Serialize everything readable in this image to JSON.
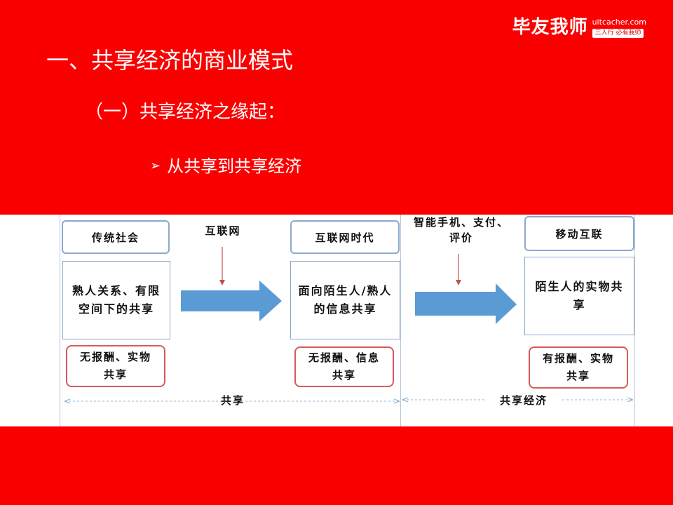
{
  "logo": {
    "name": "毕友我师",
    "url": "uitcacher.com",
    "slogan": "三人行 必有我师"
  },
  "title": "一、共享经济的商业模式",
  "subtitle": "（一）共享经济之缘起：",
  "bullet": {
    "marker": "➢",
    "text": "从共享到共享经济"
  },
  "diagram": {
    "stages": [
      {
        "label": "传统社会",
        "content": "熟人关系、有限空间下的共享",
        "reward": "无报酬、实物共享"
      },
      {
        "label": "互联网时代",
        "content": "面向陌生人/熟人的信息共享",
        "reward": "无报酬、信息共享"
      },
      {
        "label": "移动互联",
        "content": "陌生人的实物共享",
        "reward": "有报酬、实物共享"
      }
    ],
    "drivers": [
      "互联网",
      "智能手机、支付、评价"
    ],
    "phases": [
      "共享",
      "共享经济"
    ]
  },
  "colors": {
    "background": "#fa0000",
    "arrow": "#5b9bd5",
    "label_border": "#8aa9cc",
    "reward_border": "#d65a5a",
    "driver_arrow": "#c0504d"
  }
}
